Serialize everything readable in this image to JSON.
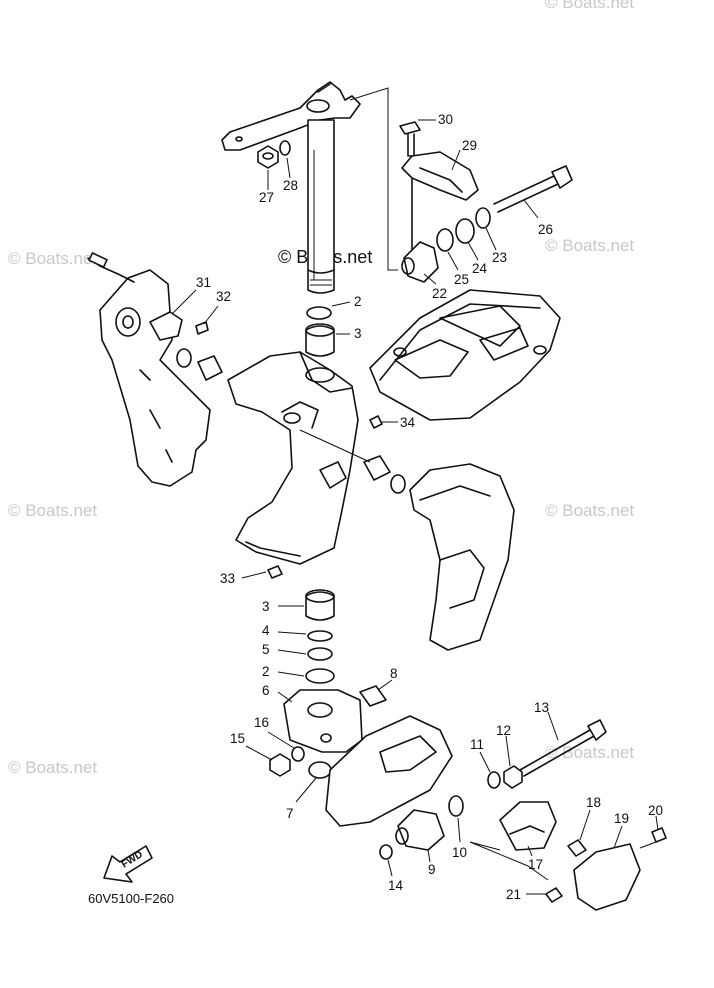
{
  "watermarks": {
    "main": "© Boats.net",
    "repeat": "© Boats.net"
  },
  "diagram_code": "60V5100-F260",
  "fwd_label": "FWD",
  "callouts": [
    "30",
    "29",
    "27",
    "28",
    "26",
    "23",
    "24",
    "25",
    "22",
    "31",
    "32",
    "2",
    "3",
    "34",
    "33",
    "3",
    "4",
    "5",
    "2",
    "6",
    "8",
    "16",
    "15",
    "7",
    "13",
    "12",
    "11",
    "18",
    "19",
    "20",
    "10",
    "17",
    "9",
    "14",
    "21"
  ]
}
